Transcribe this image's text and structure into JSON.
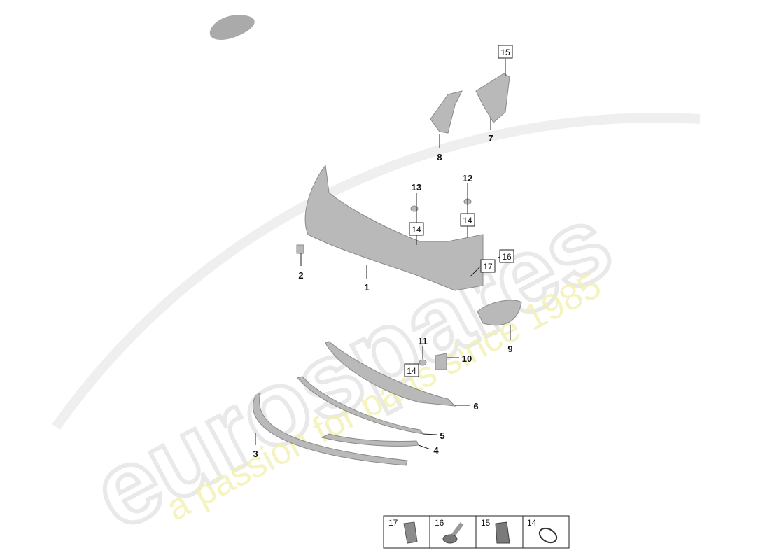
{
  "watermark": {
    "brand": "eurospares",
    "tagline": "a passion for parts since 1985"
  },
  "callouts": {
    "n1": "1",
    "n2": "2",
    "n3": "3",
    "n4": "4",
    "n5": "5",
    "n6": "6",
    "n7": "7",
    "n8": "8",
    "n9": "9",
    "n10": "10",
    "n11": "11",
    "n12": "12",
    "n13": "13",
    "b15": "15",
    "b14a": "14",
    "b14b": "14",
    "b16": "16",
    "b17": "17",
    "b14c": "14"
  },
  "legend": [
    {
      "number": "17",
      "icon": "clip-nut-icon"
    },
    {
      "number": "16",
      "icon": "expanding-rivet-icon"
    },
    {
      "number": "15",
      "icon": "cage-nut-icon"
    },
    {
      "number": "14",
      "icon": "o-ring-icon"
    }
  ],
  "colors": {
    "part": "#b9b9b9",
    "watermark_text": "#e9e9e9",
    "watermark_tagline": "#f3f1b0"
  }
}
